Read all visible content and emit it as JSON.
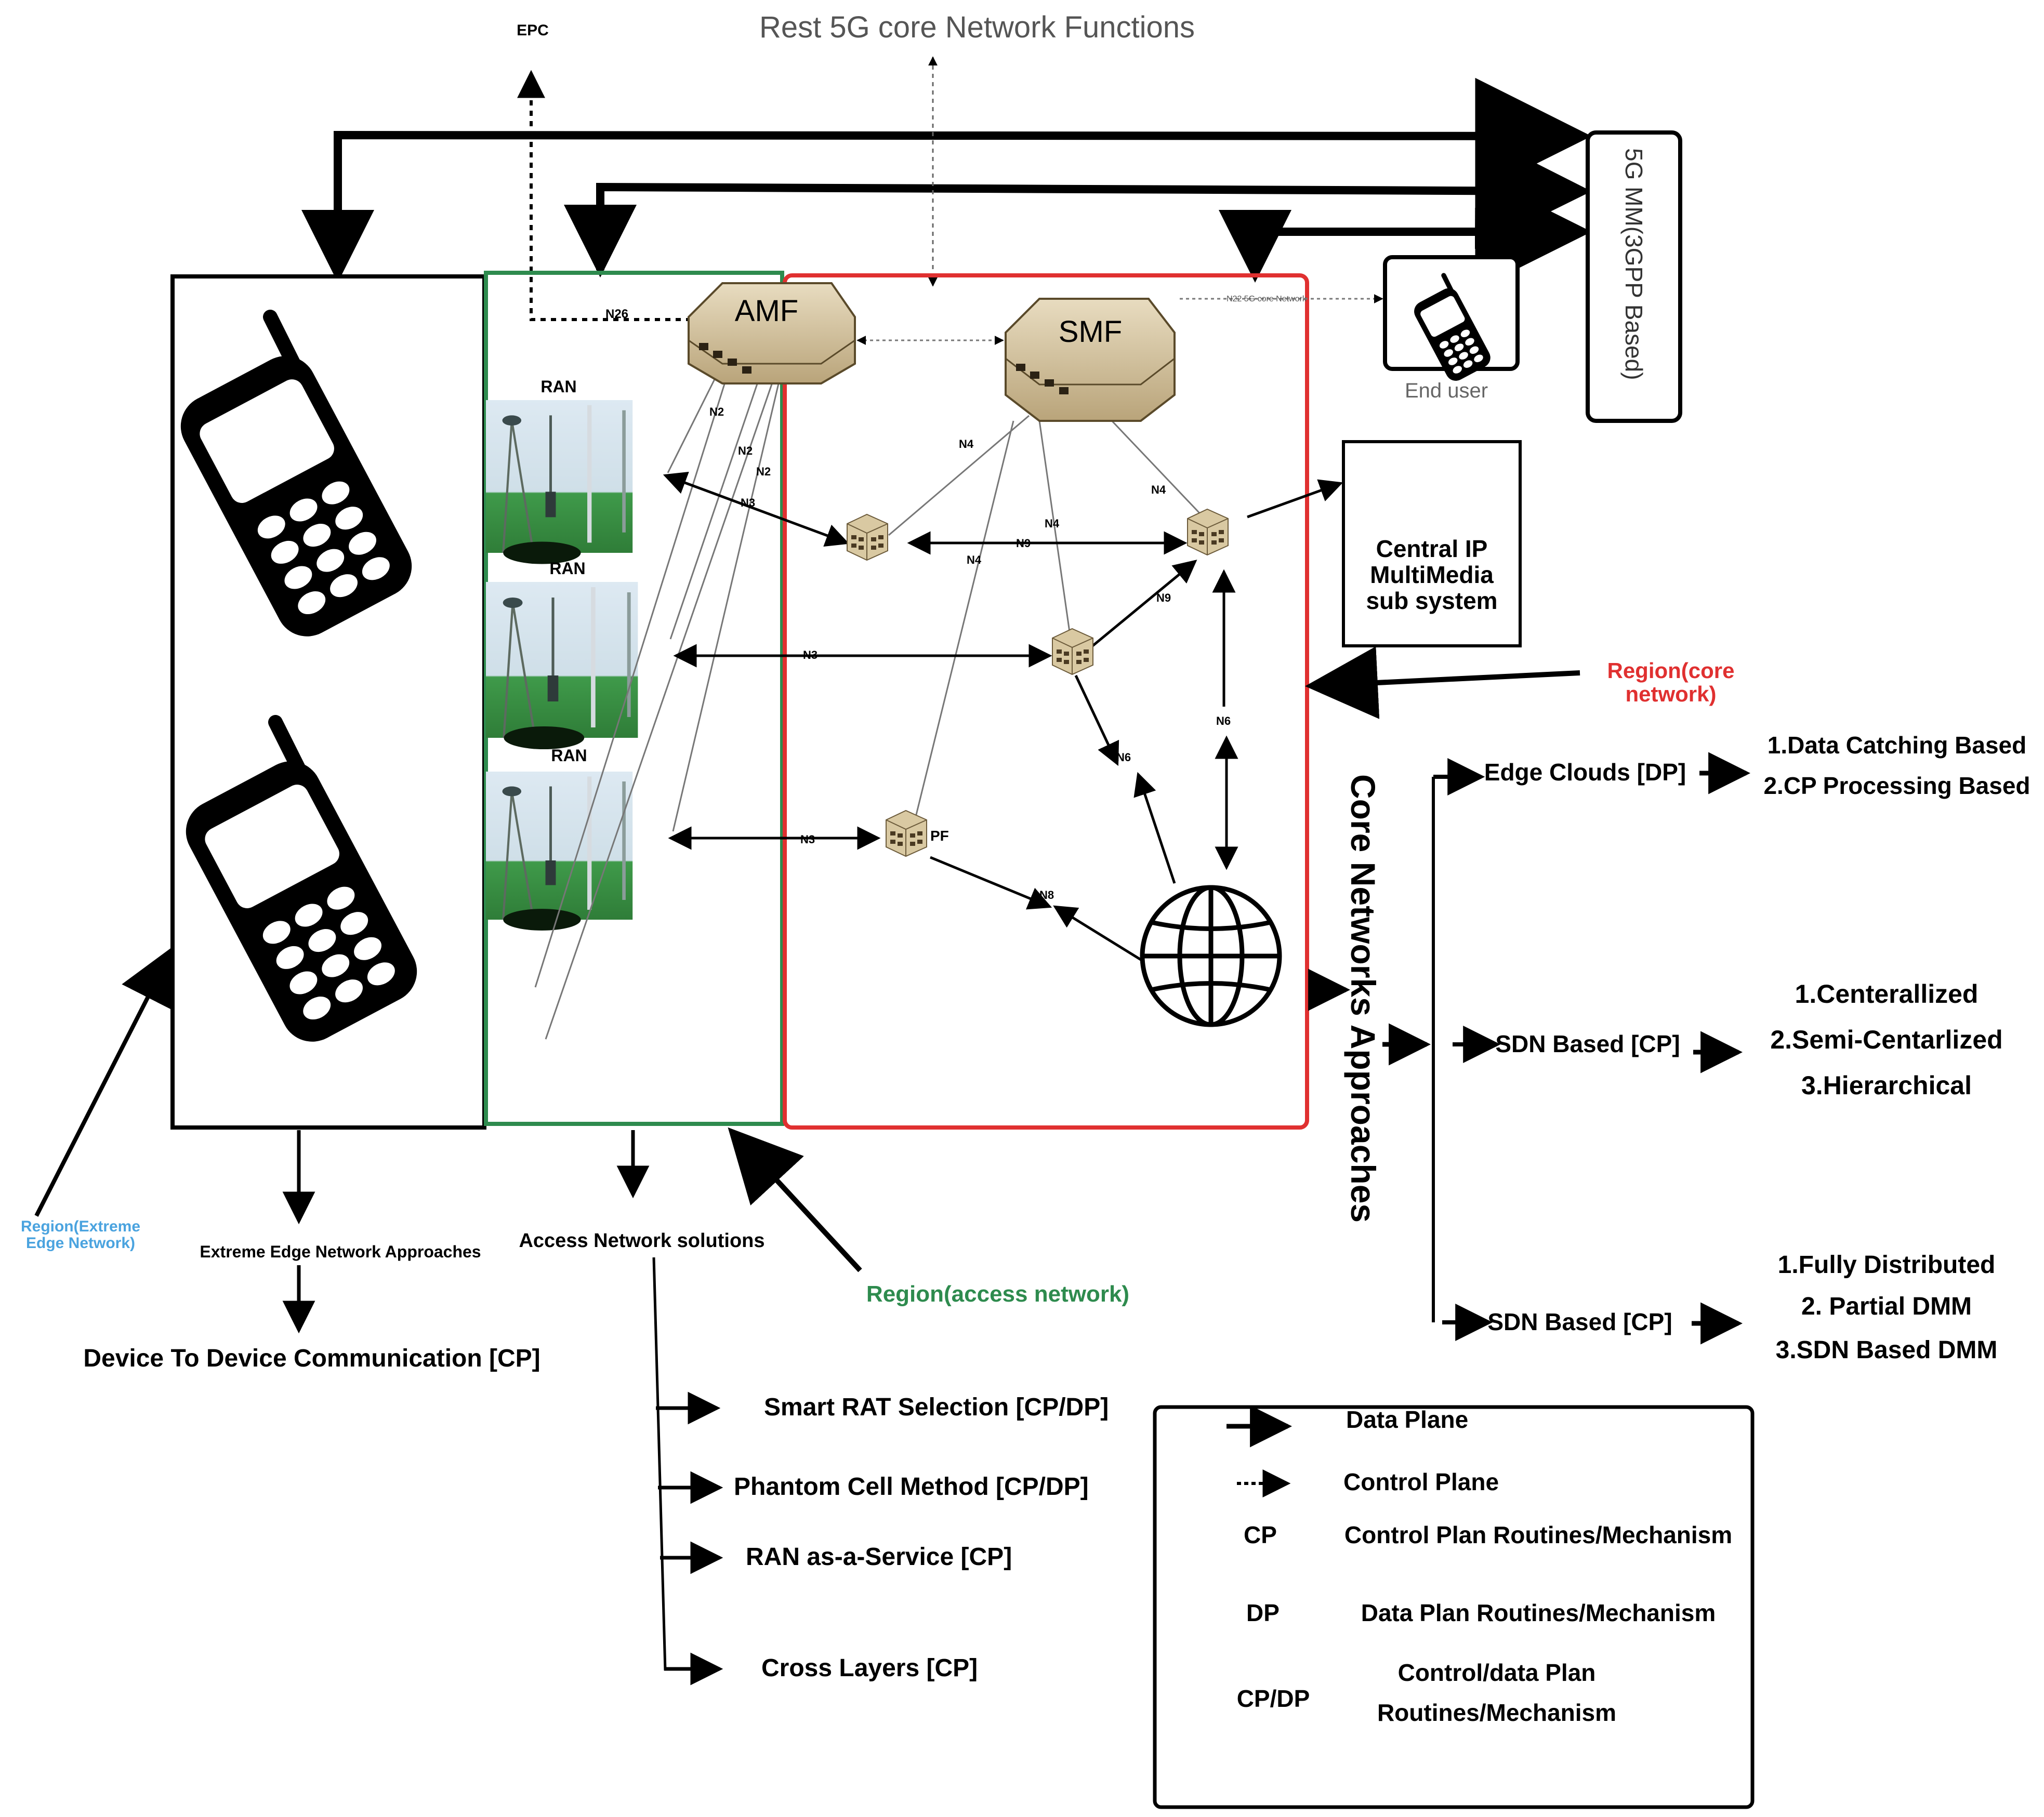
{
  "colors": {
    "core_region": "#e03030",
    "access_region": "#2e8b4e",
    "extreme_region_label": "#4aa3df",
    "ink": "#000000",
    "grey_text": "#555555"
  },
  "icons": [
    "mobile-phone-icon",
    "globe-icon",
    "network-node-icon",
    "ran-tower-icon"
  ],
  "top": {
    "epc": "EPC",
    "rest_core": "Rest  5G core Network Functions",
    "mm_box": "5G MM(3GPP Based)"
  },
  "core": {
    "amf": "AMF",
    "smf": "SMF",
    "end_user": "End user",
    "small_link_label": "N22 5G core Network",
    "upf_label_partial": "PF",
    "ims": [
      "Central IP",
      "MultiMedia",
      "sub system"
    ],
    "links": {
      "n26": "N26",
      "n2": "N2",
      "n3": "N3",
      "n4": "N4",
      "n9": "N9",
      "n6": "N6",
      "n8": "N8"
    }
  },
  "ran_labels": [
    "RAN",
    "RAN",
    "RAN"
  ],
  "regions": {
    "core": [
      "Region(core",
      "network)"
    ],
    "access": "Region(access network)",
    "extreme": [
      "Region(Extreme",
      "Edge Network)"
    ]
  },
  "extreme_edge": {
    "title": "Extreme Edge Network  Approaches",
    "item": "Device To Device Communication [CP]"
  },
  "access": {
    "title": "Access Network solutions",
    "items": [
      "Smart RAT Selection [CP/DP]",
      "Phantom Cell Method [CP/DP]",
      "RAN as-a-Service [CP]",
      "Cross Layers [CP]"
    ]
  },
  "core_approaches": {
    "title": "Core Networks Approaches",
    "branches": [
      {
        "label": "Edge Clouds [DP]",
        "items": [
          "1.Data Catching Based",
          "2.CP Processing Based"
        ]
      },
      {
        "label": "SDN Based [CP]",
        "items": [
          "1.Centerallized",
          "2.Semi-Centarlized",
          "3.Hierarchical"
        ]
      },
      {
        "label": "SDN Based [CP]",
        "items": [
          "1.Fully Distributed",
          "2. Partial DMM",
          "3.SDN Based DMM"
        ]
      }
    ]
  },
  "legend": {
    "data_plane": "Data Plane",
    "control_plane": "Control Plane",
    "rows": [
      {
        "key": "CP",
        "desc": [
          "Control Plan Routines/Mechanism"
        ]
      },
      {
        "key": "DP",
        "desc": [
          "Data Plan Routines/Mechanism"
        ]
      },
      {
        "key": "CP/DP",
        "desc": [
          "Control/data Plan",
          "Routines/Mechanism"
        ]
      }
    ]
  }
}
